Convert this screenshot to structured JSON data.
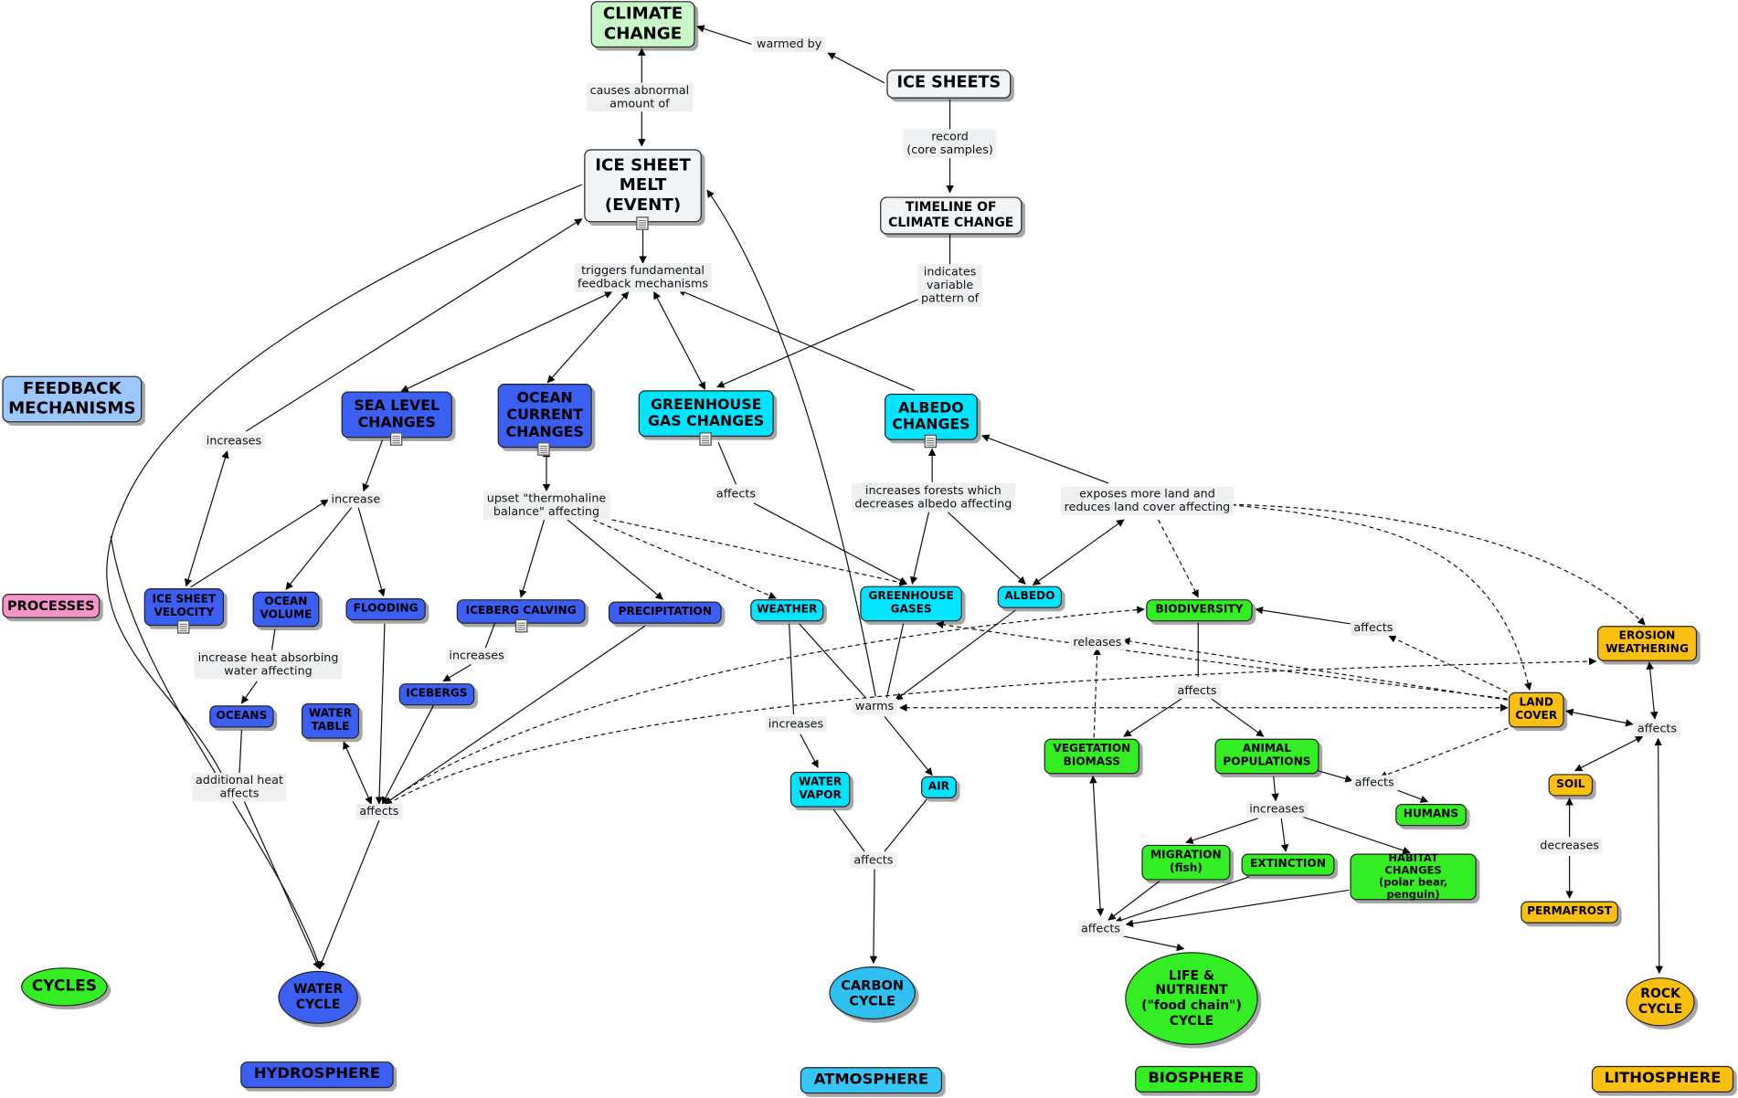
{
  "colors": {
    "hydro": "#3a5ff2",
    "atmo": "#00e5ff",
    "bio": "#33ee22",
    "litho": "#fbbf0f",
    "core": "#f2f5f7",
    "climate": "#c8f7c8",
    "feedback_legend": "#9cc7fa",
    "processes_legend": "#f494c8",
    "atmosphere_legend": "#36c5f4",
    "carbon": "#2ec0f0"
  },
  "nodes": {
    "climate_change": "CLIMATE\nCHANGE",
    "ice_sheets": "ICE SHEETS",
    "ice_sheet_melt": "ICE SHEET\nMELT\n(EVENT)",
    "timeline": "TIMELINE OF\nCLIMATE CHANGE",
    "feedback_mechanisms": "FEEDBACK\nMECHANISMS",
    "sea_level_changes": "SEA LEVEL\nCHANGES",
    "ocean_current_changes": "OCEAN\nCURRENT\nCHANGES",
    "greenhouse_gas_changes": "GREENHOUSE\nGAS CHANGES",
    "albedo_changes": "ALBEDO\nCHANGES",
    "processes": "PROCESSES",
    "ice_sheet_velocity": "ICE SHEET\nVELOCITY",
    "ocean_volume": "OCEAN\nVOLUME",
    "flooding": "FLOODING",
    "iceberg_calving": "ICEBERG CALVING",
    "precipitation": "PRECIPITATION",
    "weather": "WEATHER",
    "greenhouse_gases": "GREENHOUSE\nGASES",
    "albedo": "ALBEDO",
    "biodiversity": "BIODIVERSITY",
    "erosion_weathering": "EROSION\nWEATHERING",
    "oceans": "OCEANS",
    "water_table": "WATER\nTABLE",
    "icebergs": "ICEBERGS",
    "land_cover": "LAND\nCOVER",
    "vegetation_biomass": "VEGETATION\nBIOMASS",
    "animal_populations": "ANIMAL\nPOPULATIONS",
    "water_vapor": "WATER\nVAPOR",
    "air": "AIR",
    "soil": "SOIL",
    "humans": "HUMANS",
    "migration": "MIGRATION\n(fish)",
    "extinction": "EXTINCTION",
    "habitat_changes": "HABITAT\nCHANGES\n(polar bear, penguin)",
    "permafrost": "PERMAFROST",
    "cycles": "CYCLES",
    "water_cycle": "WATER\nCYCLE",
    "carbon_cycle": "CARBON\nCYCLE",
    "life_nutrient_cycle": "LIFE &\nNUTRIENT\n(\"food chain\")\nCYCLE",
    "rock_cycle": "ROCK\nCYCLE",
    "hydrosphere": "HYDROSPHERE",
    "atmosphere": "ATMOSPHERE",
    "biosphere": "BIOSPHERE",
    "lithosphere": "LITHOSPHERE"
  },
  "labels": {
    "warmed_by": "warmed by",
    "causes_abnormal": "causes abnormal\namount of",
    "record": "record\n(core samples)",
    "triggers": "triggers fundamental\nfeedback mechanisms",
    "indicates": "indicates\nvariable\npattern of",
    "increases_left": "increases",
    "increase": "increase",
    "upset": "upset \"thermohaline\nbalance\" affecting",
    "affects_ghg": "affects",
    "increases_forests": "increases forests which\ndecreases albedo affecting",
    "exposes": "exposes more land and\nreduces land cover affecting",
    "increase_heat": "increase heat absorbing\nwater affecting",
    "increases_calving": "increases",
    "releases": "releases",
    "affects_right": "affects",
    "warms": "warms",
    "affects_bio": "affects",
    "affects_litho": "affects",
    "increases_weather": "increases",
    "additional_heat": "additional heat\naffects",
    "affects_hydro": "affects",
    "affects_animals": "affects",
    "increases_animals": "increases",
    "decreases": "decreases",
    "affects_air": "affects",
    "affects_life": "affects"
  }
}
